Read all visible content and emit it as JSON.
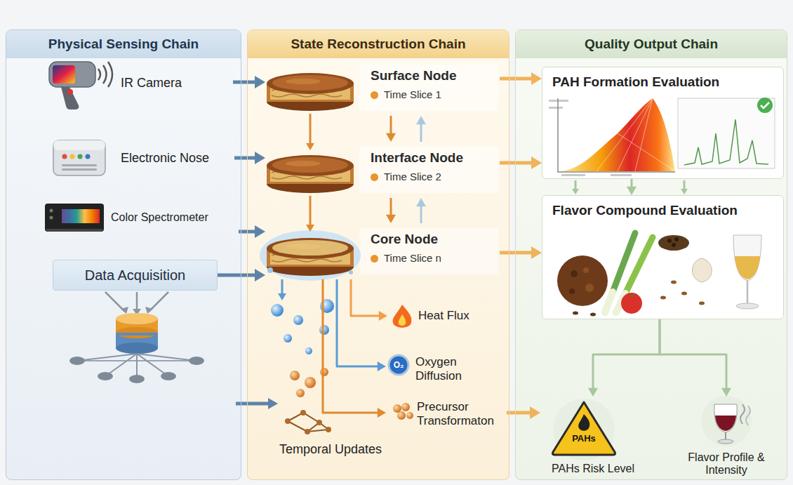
{
  "diagram": {
    "nodes": [
      {
        "text": [
          "Physical Sensing Chain"
        ]
      },
      {
        "text": [
          "IR Camera"
        ],
        "in": 0
      },
      {
        "text": [
          "Electronic Nose"
        ],
        "in": 0
      },
      {
        "text": [
          "Color Spectrometer"
        ],
        "in": 0
      },
      {
        "text": [
          "Data Acquisition"
        ],
        "in": 0
      },
      {
        "text": [
          "State Reconstruction Chain"
        ]
      },
      {
        "text": [
          "Surface Node",
          "Time Slice 1"
        ],
        "in": 5
      },
      {
        "text": [
          "Interface Node",
          "Time Slice 2"
        ],
        "in": 5
      },
      {
        "text": [
          "Core Node",
          "Time Slice n"
        ],
        "in": 5
      },
      {
        "text": [
          "Heat Flux"
        ],
        "in": 5
      },
      {
        "text": [
          "Oxygen Diffusion"
        ],
        "in": 5
      },
      {
        "text": [
          "Precursor Transformaton"
        ],
        "in": 5
      },
      {
        "text": [
          "Quality Output Chain"
        ]
      },
      {
        "text": [
          "PAH Formation Evaluation"
        ],
        "in": 12
      },
      {
        "text": [
          "Flavor Compound Evaluation"
        ],
        "in": 12
      },
      {
        "text": [
          "PAHs Risk Level"
        ],
        "in": 12
      },
      {
        "text": [
          "Flavor Profile & Intensity"
        ],
        "in": 12
      }
    ],
    "edges": [
      {
        "from": 1,
        "to": 6,
        "arrow": "to"
      },
      {
        "from": 2,
        "to": 7,
        "arrow": "to"
      },
      {
        "from": 3,
        "to": 8,
        "arrow": "to"
      },
      {
        "from": 4,
        "to": 8,
        "arrow": "to"
      },
      {
        "from": 6,
        "to": 7,
        "arrow": "to"
      },
      {
        "from": 7,
        "to": 6,
        "arrow": "to"
      },
      {
        "from": 7,
        "to": 8,
        "arrow": "to"
      },
      {
        "from": 8,
        "to": 7,
        "arrow": "to"
      },
      {
        "from": 8,
        "to": 9,
        "arrow": "to"
      },
      {
        "from": 8,
        "to": 10,
        "arrow": "to"
      },
      {
        "from": 8,
        "to": 11,
        "arrow": "to"
      },
      {
        "from": 6,
        "to": 13,
        "arrow": "to"
      },
      {
        "from": 7,
        "to": 13,
        "arrow": "to"
      },
      {
        "from": 8,
        "to": 14,
        "arrow": "to"
      },
      {
        "from": 11,
        "to": 15,
        "arrow": "to"
      },
      {
        "from": 13,
        "to": 14,
        "arrow": "to"
      },
      {
        "from": 14,
        "to": 15,
        "arrow": "to"
      },
      {
        "from": 14,
        "to": 16,
        "arrow": "to"
      }
    ],
    "labels": [
      "Temporal Updates",
      "PAHs",
      "O₂"
    ]
  }
}
